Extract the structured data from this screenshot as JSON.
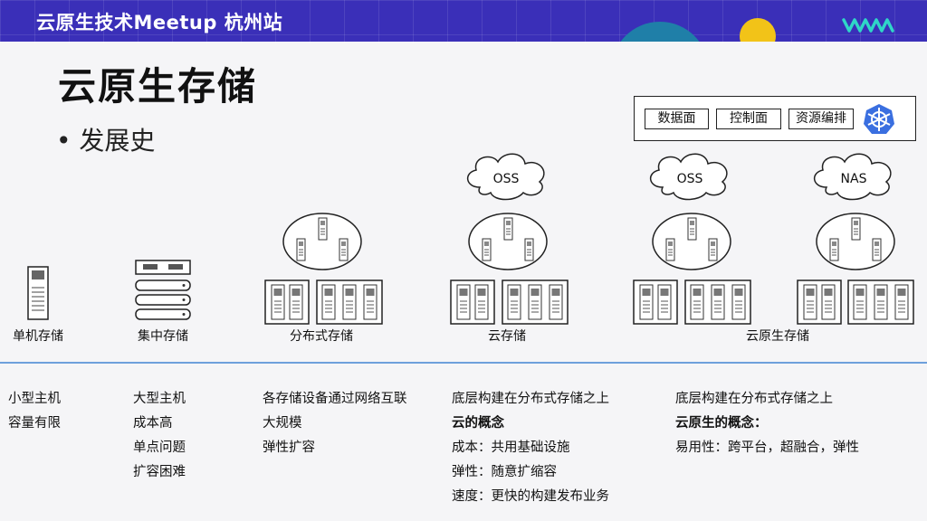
{
  "banner": {
    "title": "云原生技术Meetup 杭州站"
  },
  "slide": {
    "title": "云原生存储",
    "bullet": "• 发展史"
  },
  "legend": {
    "items": [
      "数据面",
      "控制面",
      "资源编排"
    ]
  },
  "diagram": {
    "labels": {
      "single": "单机存储",
      "central": "集中存储",
      "distributed": "分布式存储",
      "cloud": "云存储",
      "cloud_native": "云原生存储"
    },
    "clouds": [
      "OSS",
      "OSS",
      "NAS"
    ]
  },
  "columns": {
    "single": [
      "小型主机",
      "容量有限"
    ],
    "central": [
      "大型主机",
      "成本高",
      "单点问题",
      "扩容困难"
    ],
    "distributed": [
      "各存储设备通过网络互联",
      "大规模",
      "弹性扩容"
    ],
    "cloud": [
      "底层构建在分布式存储之上",
      "云的概念",
      "成本：共用基础设施",
      "弹性：随意扩缩容",
      "速度：更快的构建发布业务"
    ],
    "cloud_native": [
      "底层构建在分布式存储之上",
      "云原生的概念：",
      "易用性：跨平台，超融合，弹性"
    ]
  },
  "colors": {
    "banner": "#3a2fb8",
    "accent_line": "#6ea0dc",
    "k8s": "#3a6fe0"
  }
}
